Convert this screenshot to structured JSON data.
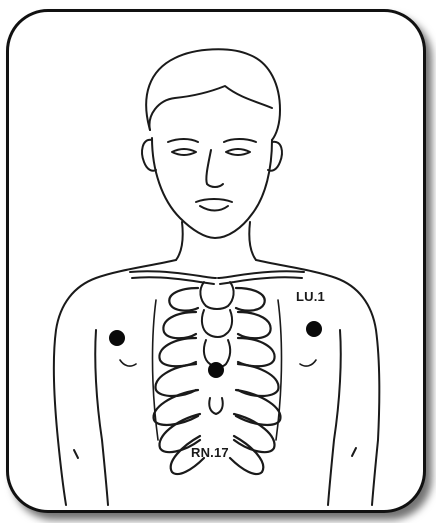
{
  "diagram": {
    "points": [
      {
        "label": "LU.1",
        "color": "#0a0a0a"
      },
      {
        "label": "RN.17",
        "color": "#0a0a0a"
      }
    ],
    "unlabeled_points": 1,
    "line_color": "#1a1a1a",
    "frame_color": "#111111"
  }
}
